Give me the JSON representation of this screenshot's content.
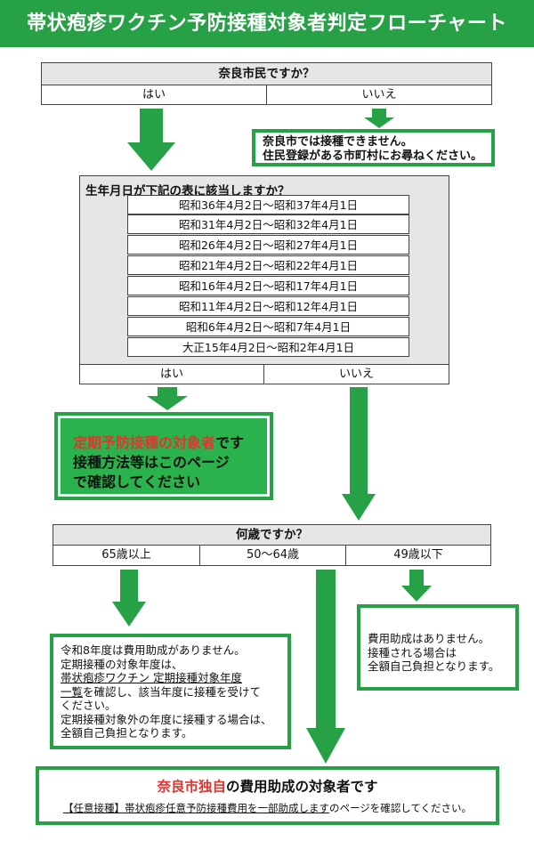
{
  "title": "帯状疱疹ワクチン予防接種対象者判定フローチャート",
  "q1": {
    "question": "奈良市民ですか？",
    "yes": "はい",
    "no": "いいえ"
  },
  "not_eligible": {
    "line1": "奈良市では接種できません。",
    "line2": "住民登録がある市町村にお尋ねください。"
  },
  "q2": {
    "question": "生年月日が下記の表に該当しますか？",
    "ranges": [
      "昭和36年4月2日～昭和37年4月1日",
      "昭和31年4月2日～昭和32年4月1日",
      "昭和26年4月2日～昭和27年4月1日",
      "昭和21年4月2日～昭和22年4月1日",
      "昭和16年4月2日～昭和17年4月1日",
      "昭和11年4月2日～昭和12年4月1日",
      "昭和6年4月2日～昭和7年4月1日",
      "大正15年4月2日～昭和2年4月1日"
    ],
    "yes": "はい",
    "no": "いいえ"
  },
  "routine": {
    "highlight": "定期予防接種の対象者",
    "line1_rest": "です",
    "line2": "接種方法等はこのページ",
    "line3": "で確認してください"
  },
  "q3": {
    "question": "何歳ですか？",
    "opt1": "65歳以上",
    "opt2": "50～64歳",
    "opt3": "49歳以下"
  },
  "over65": {
    "line1": "令和8年度は費用助成がありません。",
    "line2": "定期接種の対象年度は、",
    "link1": "帯状疱疹ワクチン 定期接種対象年度",
    "link2": "一覧",
    "line4_rest": "を確認し、該当年度に接種を受けて",
    "line5": "ください。",
    "line6": "定期接種対象外の年度に接種する場合は、",
    "line7": "全額自己負担となります。"
  },
  "under49": {
    "line1": "費用助成はありません。",
    "line2": "接種される場合は",
    "line3": "全額自己負担となります。"
  },
  "subsidy": {
    "highlight": "奈良市独自",
    "line1_rest": "の費用助成の対象者です",
    "link": "【任意接種】帯状疱疹任意予防接種費用を一部助成します",
    "line2_rest": "のページを確認してください。"
  },
  "colors": {
    "brand_green": "#27a146",
    "highlight_red": "#e3342f",
    "box_gray": "#e6e6e6"
  }
}
